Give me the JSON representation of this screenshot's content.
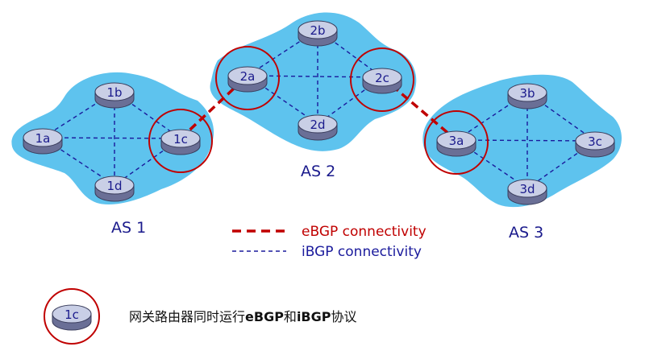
{
  "autonomous_systems": [
    {
      "id": "as1",
      "label": "AS 1"
    },
    {
      "id": "as2",
      "label": "AS 2"
    },
    {
      "id": "as3",
      "label": "AS 3"
    }
  ],
  "routers": [
    {
      "id": "1a",
      "label": "1a",
      "as": "as1",
      "gateway": false
    },
    {
      "id": "1b",
      "label": "1b",
      "as": "as1",
      "gateway": false
    },
    {
      "id": "1c",
      "label": "1c",
      "as": "as1",
      "gateway": true
    },
    {
      "id": "1d",
      "label": "1d",
      "as": "as1",
      "gateway": false
    },
    {
      "id": "2a",
      "label": "2a",
      "as": "as2",
      "gateway": true
    },
    {
      "id": "2b",
      "label": "2b",
      "as": "as2",
      "gateway": false
    },
    {
      "id": "2c",
      "label": "2c",
      "as": "as2",
      "gateway": true
    },
    {
      "id": "2d",
      "label": "2d",
      "as": "as2",
      "gateway": false
    },
    {
      "id": "3a",
      "label": "3a",
      "as": "as3",
      "gateway": true
    },
    {
      "id": "3b",
      "label": "3b",
      "as": "as3",
      "gateway": false
    },
    {
      "id": "3c",
      "label": "3c",
      "as": "as3",
      "gateway": false
    },
    {
      "id": "3d",
      "label": "3d",
      "as": "as3",
      "gateway": false
    }
  ],
  "links": [
    {
      "from": "1a",
      "to": "1b",
      "type": "ibgp"
    },
    {
      "from": "1a",
      "to": "1c",
      "type": "ibgp"
    },
    {
      "from": "1a",
      "to": "1d",
      "type": "ibgp"
    },
    {
      "from": "1b",
      "to": "1c",
      "type": "ibgp"
    },
    {
      "from": "1b",
      "to": "1d",
      "type": "ibgp"
    },
    {
      "from": "1c",
      "to": "1d",
      "type": "ibgp"
    },
    {
      "from": "2a",
      "to": "2b",
      "type": "ibgp"
    },
    {
      "from": "2a",
      "to": "2c",
      "type": "ibgp"
    },
    {
      "from": "2a",
      "to": "2d",
      "type": "ibgp"
    },
    {
      "from": "2b",
      "to": "2c",
      "type": "ibgp"
    },
    {
      "from": "2b",
      "to": "2d",
      "type": "ibgp"
    },
    {
      "from": "2c",
      "to": "2d",
      "type": "ibgp"
    },
    {
      "from": "3a",
      "to": "3b",
      "type": "ibgp"
    },
    {
      "from": "3a",
      "to": "3c",
      "type": "ibgp"
    },
    {
      "from": "3a",
      "to": "3d",
      "type": "ibgp"
    },
    {
      "from": "3b",
      "to": "3c",
      "type": "ibgp"
    },
    {
      "from": "3b",
      "to": "3d",
      "type": "ibgp"
    },
    {
      "from": "3c",
      "to": "3d",
      "type": "ibgp"
    },
    {
      "from": "1c",
      "to": "2a",
      "type": "ebgp"
    },
    {
      "from": "2c",
      "to": "3a",
      "type": "ebgp"
    }
  ],
  "legend": {
    "ebgp_label": "eBGP connectivity",
    "ibgp_label": "iBGP connectivity",
    "gateway_router_label": "1c",
    "gateway_note_prefix": "网关路由器同时运行",
    "gateway_note_ebgp": "eBGP",
    "gateway_note_and": "和",
    "gateway_note_ibgp": "iBGP",
    "gateway_note_suffix": "协议"
  },
  "colors": {
    "cloud": "#5ec3ee",
    "router_top": "#c9cfe6",
    "router_side": "#6a6f96",
    "ibgp_line": "#1a1a9c",
    "ebgp_line": "#c00000",
    "gateway_circle": "#c00000",
    "router_text": "#1a1a8c"
  }
}
